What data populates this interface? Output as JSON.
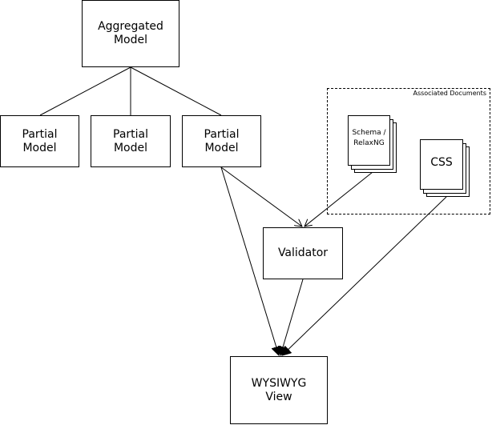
{
  "nodes": {
    "aggregated_model": "Aggregated\nModel",
    "partial_model_1": "Partial\nModel",
    "partial_model_2": "Partial\nModel",
    "partial_model_3": "Partial\nModel",
    "validator": "Validator",
    "wysiwyg_view": "WYSIWYG\nView"
  },
  "associated_documents": {
    "title": "Associated Documents",
    "schema": "Schema /\nRelaxNG",
    "css": "CSS"
  }
}
